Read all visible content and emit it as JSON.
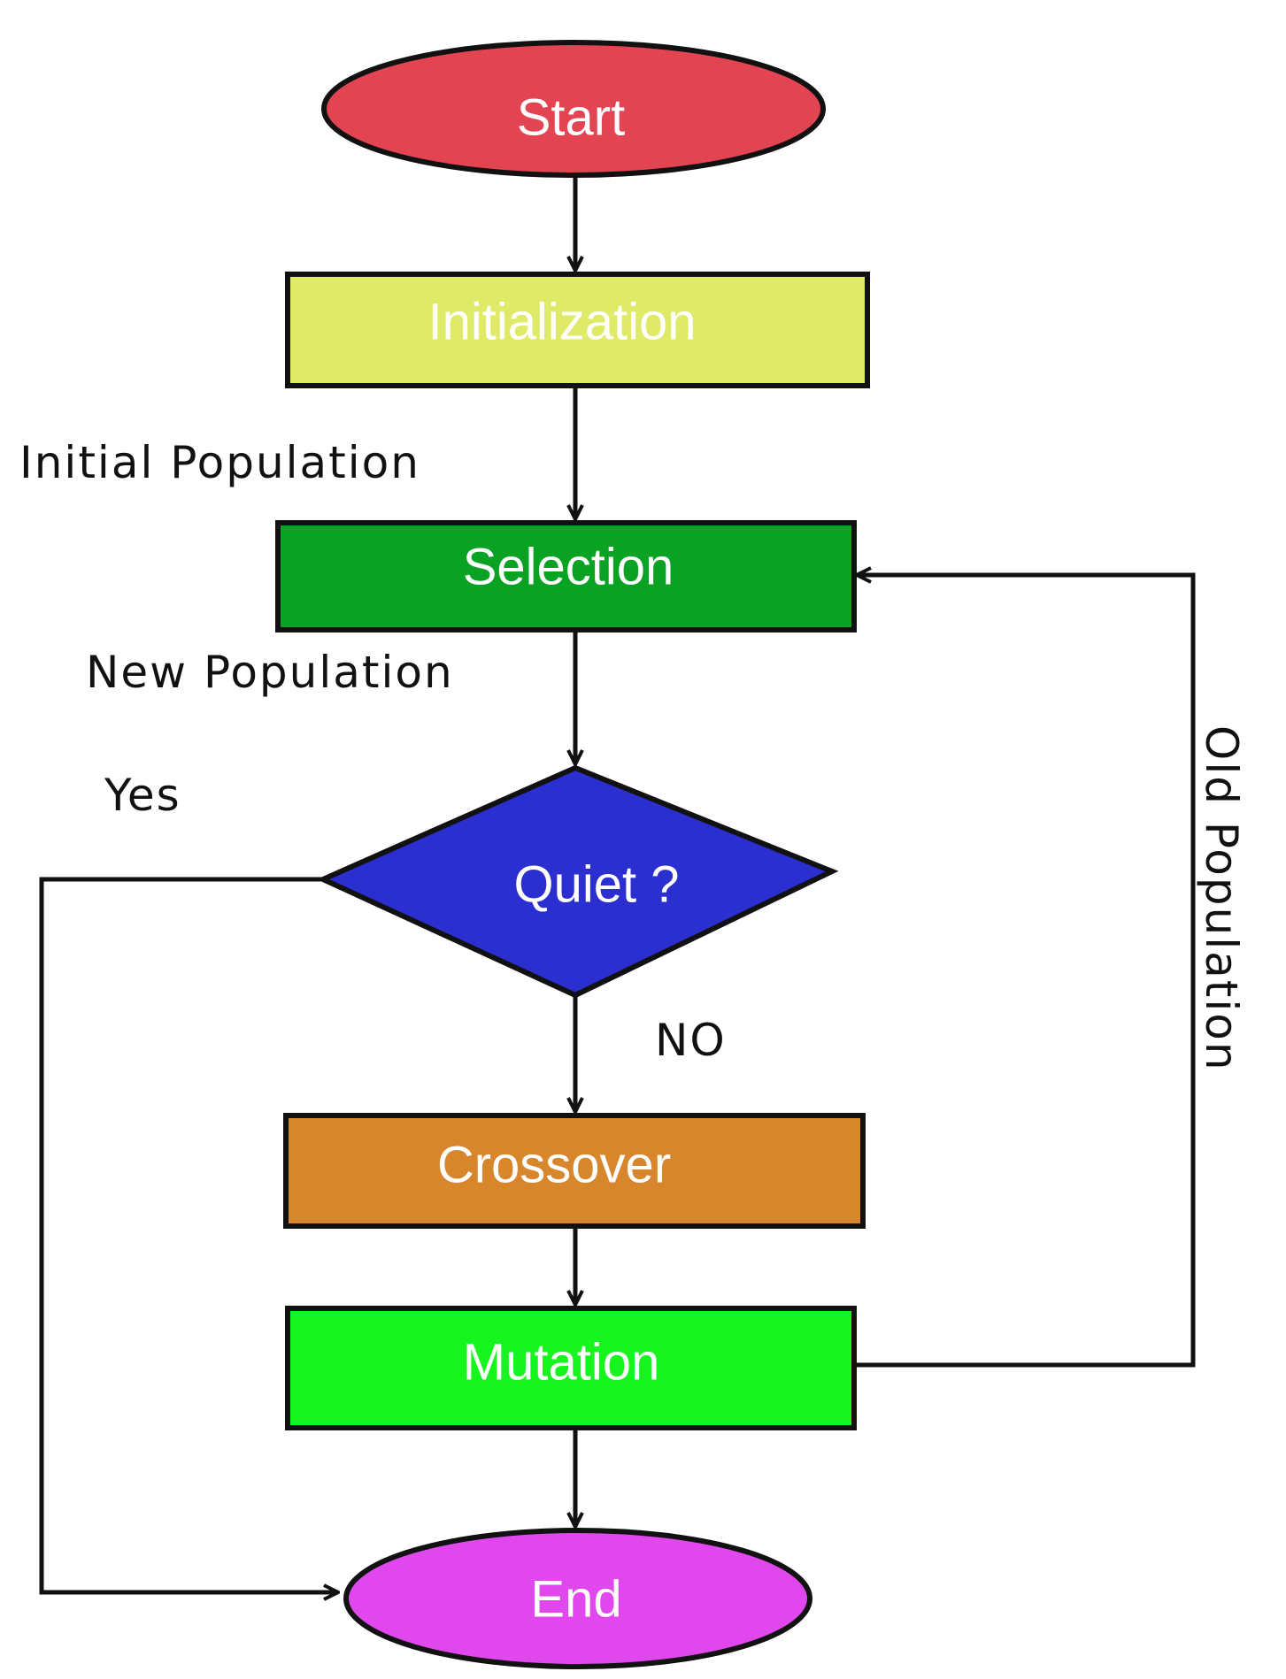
{
  "nodes": {
    "start": {
      "label": "Start",
      "color": "#e34452"
    },
    "initialization": {
      "label": "Initialization",
      "color": "#dfeb68"
    },
    "selection": {
      "label": "Selection",
      "color": "#0aa223"
    },
    "decision": {
      "label": "Quiet ?",
      "color": "#2b2fd0"
    },
    "crossover": {
      "label": "Crossover",
      "color": "#d8862c"
    },
    "mutation": {
      "label": "Mutation",
      "color": "#17f51e"
    },
    "end": {
      "label": "End",
      "color": "#e048ee"
    }
  },
  "edge_labels": {
    "initial_population": "Initial Population",
    "new_population": "New Population",
    "yes": "Yes",
    "no": "NO",
    "old_population": "Old Population"
  },
  "edges": [
    {
      "from": "Start",
      "to": "Initialization"
    },
    {
      "from": "Initialization",
      "to": "Selection",
      "label": "Initial Population"
    },
    {
      "from": "Selection",
      "to": "Quiet ?",
      "label": "New Population"
    },
    {
      "from": "Quiet ?",
      "to": "End",
      "label": "Yes"
    },
    {
      "from": "Quiet ?",
      "to": "Crossover",
      "label": "NO"
    },
    {
      "from": "Crossover",
      "to": "Mutation"
    },
    {
      "from": "Mutation",
      "to": "End"
    },
    {
      "from": "Mutation",
      "to": "Selection",
      "label": "Old Population"
    }
  ]
}
